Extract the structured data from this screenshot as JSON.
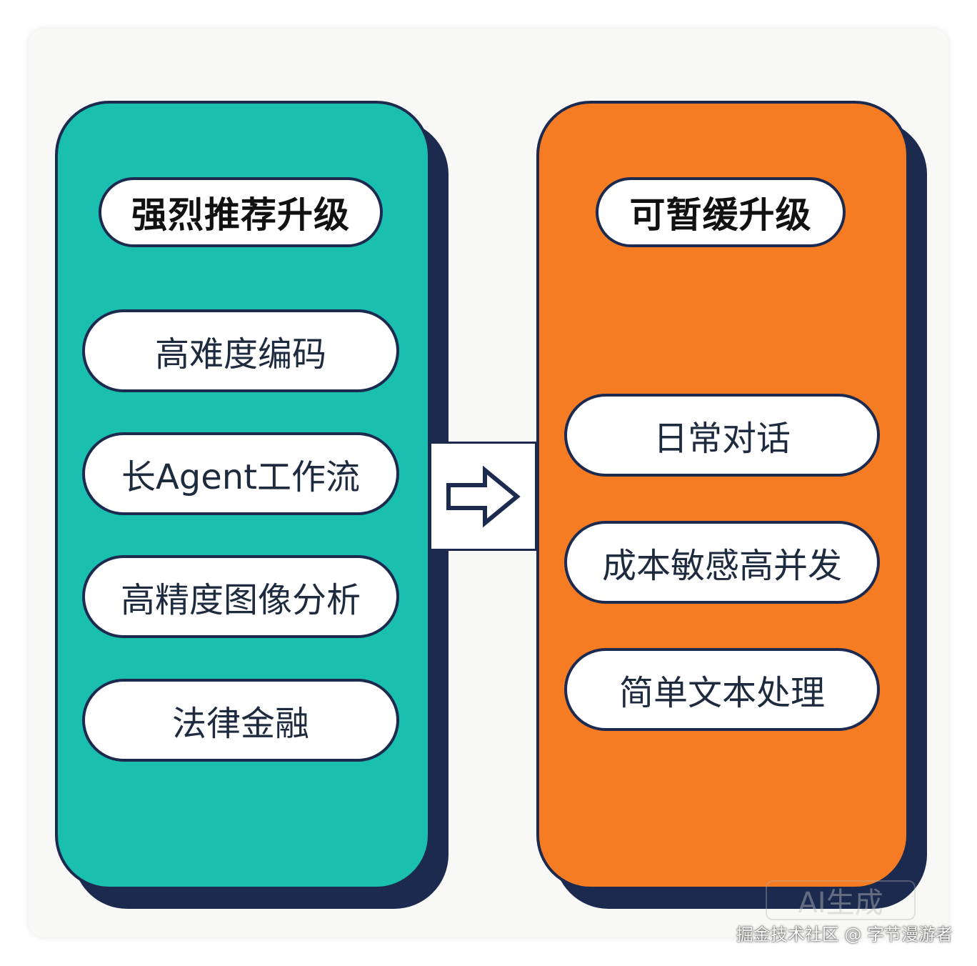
{
  "left_panel": {
    "title": "强烈推荐升级",
    "items": [
      "高难度编码",
      "长Agent工作流",
      "高精度图像分析",
      "法律金融"
    ],
    "color": "#1bbfb0"
  },
  "right_panel": {
    "title": "可暂缓升级",
    "items": [
      "日常对话",
      "成本敏感高并发",
      "简单文本处理"
    ],
    "color": "#f57c22"
  },
  "outline_color": "#1b2a4e",
  "arrow_icon": "right-arrow-icon",
  "watermark": {
    "faint_label": "AI生成",
    "credit": "掘金技术社区 @ 字节漫游者"
  }
}
